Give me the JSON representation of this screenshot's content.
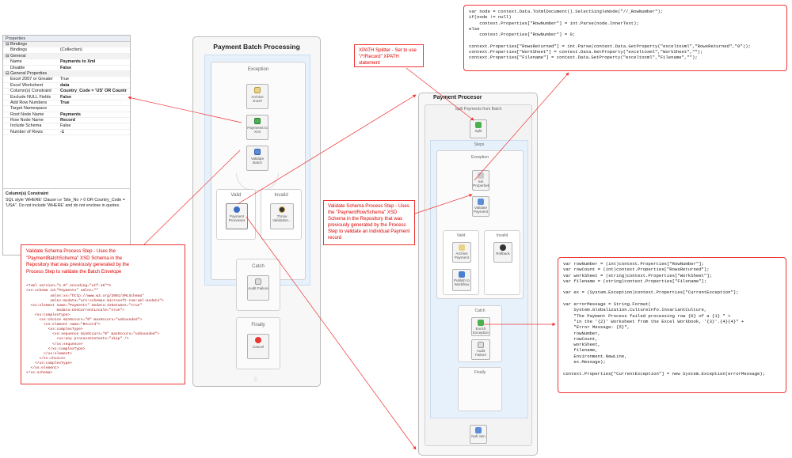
{
  "properties": {
    "title": "Properties",
    "categories": [
      {
        "name": "Bindings",
        "rows": [
          {
            "name": "Bindings",
            "value": "(Collection)",
            "bold": false
          }
        ]
      },
      {
        "name": "General",
        "rows": [
          {
            "name": "Name",
            "value": "Payments to Xml",
            "bold": true
          },
          {
            "name": "Disable",
            "value": "False",
            "bold": true
          }
        ]
      },
      {
        "name": "General Properties",
        "rows": [
          {
            "name": "Excel 2007 or Greater",
            "value": "True",
            "bold": false
          },
          {
            "name": "Excel Worksheet",
            "value": "data",
            "bold": true
          },
          {
            "name": "Column(s) Constraint",
            "value": "Country_Code = 'US' OR Countr",
            "bold": true
          },
          {
            "name": "Exclude NULL Fields",
            "value": "False",
            "bold": true
          },
          {
            "name": "Add Row Numbers",
            "value": "True",
            "bold": true
          },
          {
            "name": "Target Namespace",
            "value": "",
            "bold": false
          },
          {
            "name": "Root Node Name",
            "value": "Payments",
            "bold": true
          },
          {
            "name": "Row Node Name",
            "value": "Record",
            "bold": true
          },
          {
            "name": "Include Schema",
            "value": "False",
            "bold": false
          },
          {
            "name": "Number of Rows",
            "value": "-1",
            "bold": true
          }
        ]
      }
    ],
    "desc_title": "Column(s) Constraint",
    "desc_text": "SQL style 'WHERE' Clause i.e 'Site_No > 0 OR Country_Code = 'USA''. Do not include 'WHERE' and do not enclose in quotes."
  },
  "batch": {
    "title": "Payment Batch Processing",
    "exception_label": "Exception",
    "valid_label": "Valid",
    "invalid_label": "Invalid",
    "catch_label": "Catch",
    "finally_label": "Finally",
    "activities": {
      "archive": "Archive Excel",
      "payments_xml": "Payments to Xml",
      "validate": "Validate Batch",
      "processor": "Payment Processor",
      "throw": "Throw Validation...",
      "audit": "Audit Failure",
      "cancel": "Cancel"
    }
  },
  "procesor": {
    "title": "Payment Procesor",
    "split_label": "Split Payments from Batch",
    "split_act": "Split",
    "steps_label": "Steps",
    "exception_label": "Exception",
    "valid_label": "Valid",
    "invalid_label": "Invalid",
    "catch_label": "Catch",
    "finally_label": "Finally",
    "activities": {
      "set_props": "Set Properties",
      "validate": "Validate Payment",
      "archive": "Archive Payment",
      "rollback": "Rollback",
      "publish": "Publish to Workflow",
      "enrich": "Enrich Exception",
      "audit": "Audit Failure",
      "null_join": "Null Join"
    }
  },
  "callouts": {
    "xpath": "XPATH Splitter - Set to use \"/*/Record\" XPATH statement",
    "validate_payment": "Validate Schema Process Step - Uses the \"PaymentRowSchema\" XSD Schema in the Repository that was previously generated by the Process Step to validate an individual Payment record",
    "validate_batch": "Validate Schema Process Step - Uses the \"PaymentBatchSchema\" XSD Schema in the Repository that was previously generated by the Process Step to validate the Batch Envelope"
  },
  "code_top": [
    "var node = context.Data.ToXmlDocument().SelectSingleNode(\"//_RowNumber\");",
    "if(node != null)",
    "    context.Properties[\"RowNumber\"] = int.Parse(node.InnerText);",
    "else",
    "    context.Properties[\"RowNumber\"] = 0;",
    "",
    "context.Properties[\"RowsReturned\"] = int.Parse(context.Data.GetProperty(\"exceltoxml\",\"RowsReturned\",\"0\"));",
    "context.Properties[\"WorkSheet\"] = context.Data.GetProperty(\"exceltoxml\",\"WorkSheet\",\"\");",
    "context.Properties[\"Filename\"] = context.Data.GetProperty(\"exceltoxml\",\"Filename\",\"\");"
  ],
  "code_bottom": [
    "var rowNumber = (int)context.Properties[\"RowNumber\"];",
    "var rowCount = (int)context.Properties[\"RowsReturned\"];",
    "var workSheet = (string)context.Properties[\"WorkSheet\"];",
    "var filename = (string)context.Properties[\"Filename\"];",
    "",
    "var ex = (System.Exception)context.Properties[\"CurrentException\"];",
    "",
    "var errorMessage = String.Format(",
    "    System.Globalization.CultureInfo.InvariantCulture,",
    "    \"The Payment Process failed processing row {0} of a {1} \" +",
    "    \"in the '{2}' Worksheet from the Excel Workbook, '{3}'.{4}{4}\" +",
    "    \"Error Message: {5}\",",
    "    rowNumber,",
    "    rowCount,",
    "    workSheet,",
    "    filename,",
    "    Environment.NewLine,",
    "    ex.Message);",
    "",
    "context.Properties[\"CurrentException\"] = new System.Exception(errorMessage);"
  ],
  "xml_lines": [
    "<?xml version=\"1.0\" encoding=\"utf-16\"?>",
    "<xs:schema id=\"Payments\" xmlns=\"\"",
    "           xmlns:xs=\"http://www.w3.org/2001/XMLSchema\"",
    "           xmlns:msdata=\"urn:schemas-microsoft-com:xml-msdata\">",
    "  <xs:element name=\"Payments\" msdata:IsDataSet=\"true\"",
    "              msdata:UseCurrentLocale=\"true\">",
    "    <xs:complexType>",
    "      <xs:choice minOccurs=\"0\" maxOccurs=\"unbounded\">",
    "        <xs:element name=\"Record\">",
    "          <xs:complexType>",
    "            <xs:sequence minOccurs=\"0\" maxOccurs=\"unbounded\">",
    "              <xs:any processContents=\"skip\" />",
    "            </xs:sequence>",
    "          </xs:complexType>",
    "        </xs:element>",
    "      </xs:choice>",
    "    </xs:complexType>",
    "  </xs:element>",
    "</xs:schema>"
  ]
}
